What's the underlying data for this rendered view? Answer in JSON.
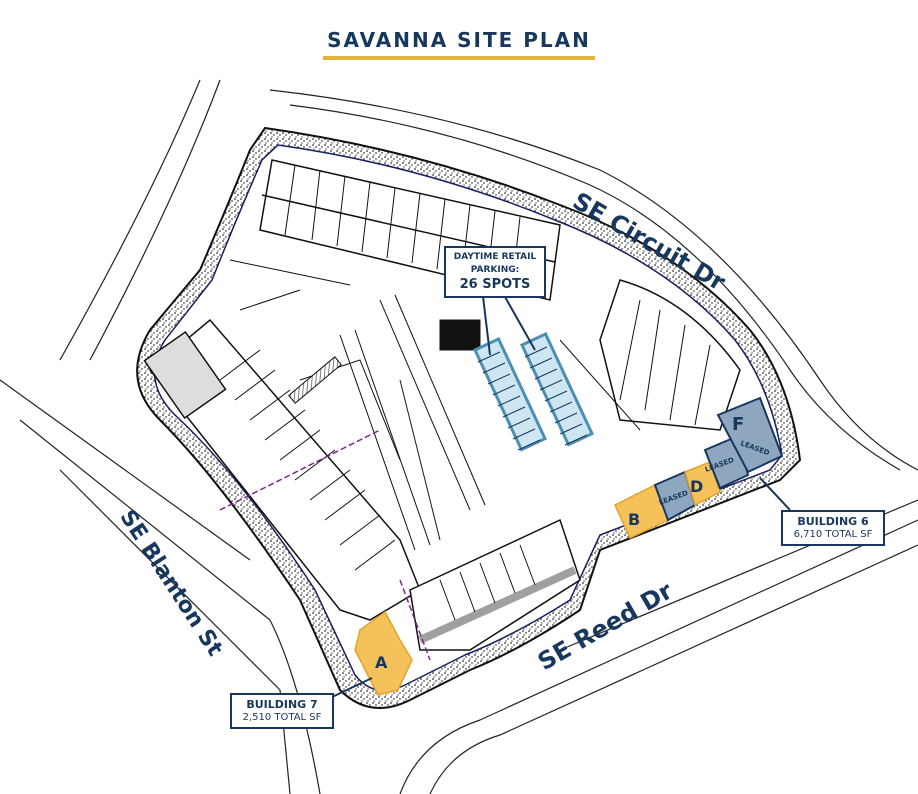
{
  "title": "SAVANNA SITE PLAN",
  "colors": {
    "navy": "#17375e",
    "gold_underline": "#e3b23c",
    "available_unit": "#f5c15a",
    "leased_unit": "#8fa6bf",
    "parking_highlight": "#cde6f2"
  },
  "streets": {
    "circuit": "SE Circuit Dr",
    "blanton": "SE Blanton St",
    "reed": "SE Reed Dr"
  },
  "parking_callout": {
    "line1": "DAYTIME RETAIL",
    "line2": "PARKING:",
    "line3": "26  SPOTS"
  },
  "building6": {
    "name": "BUILDING 6",
    "area": "6,710 TOTAL SF",
    "units": [
      {
        "id": "B",
        "status": "available",
        "label": "B"
      },
      {
        "id": "C",
        "status": "leased",
        "label": "LEASED"
      },
      {
        "id": "D",
        "status": "available",
        "label": "D"
      },
      {
        "id": "E",
        "status": "leased",
        "label": "LEASED"
      },
      {
        "id": "F",
        "status": "leased",
        "label": "F",
        "sublabel": "LEASED"
      }
    ]
  },
  "building7": {
    "name": "BUILDING 7",
    "area": "2,510 TOTAL SF",
    "units": [
      {
        "id": "A",
        "status": "available",
        "label": "A"
      }
    ]
  }
}
